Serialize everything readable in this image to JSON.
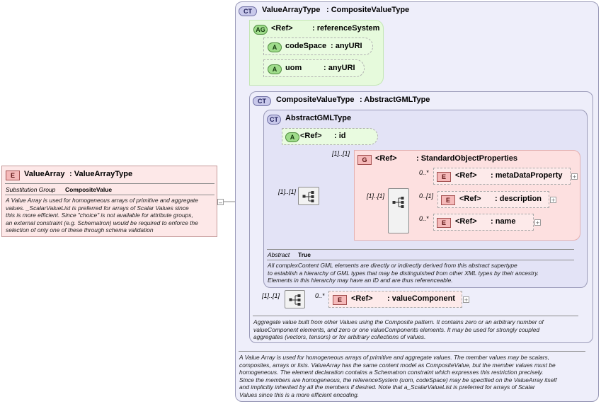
{
  "root": {
    "badge": "E",
    "name": "ValueArray",
    "type": ": ValueArrayType",
    "substitution_label": "Substitution Group",
    "substitution_value": "CompositeValue",
    "description": [
      "A Value Array is used for homogeneous arrays of primitive and aggregate",
      "values.   _ScalarValueList is preferred for arrays of Scalar Values since",
      "this is more efficient.  Since \"choice\" is not available for attribute groups,",
      "an external constraint (e.g. Schematron) would be required to enforce the",
      "selection of only one of these through schema validation"
    ],
    "collapse": "–"
  },
  "outer_ct": {
    "badge": "CT",
    "name": "ValueArrayType",
    "type": ": CompositeValueType",
    "description": [
      "A Value Array is used for homogeneous arrays of primitive and aggregate values.  The member values may be scalars,",
      "composites, arrays or lists.  ValueArray has the same content model as CompositeValue, but the member values must be",
      "homogeneous.  The element declaration contains a Schematron constraint which expresses this restriction precisely.",
      "Since the members are homogeneous, the referenceSystem (uom, codeSpace) may be specified on the ValueArray itself",
      "and implicitly inherited by all the members if desired.    Note that a_ScalarValueList is preferred for arrays of Scalar",
      "Values since this is a more efficient encoding."
    ]
  },
  "attr_group": {
    "badge": "AG",
    "ref": "<Ref>",
    "type": ": referenceSystem",
    "attributes": [
      {
        "badge": "A",
        "name": "codeSpace",
        "type": ": anyURI"
      },
      {
        "badge": "A",
        "name": "uom",
        "type": ": anyURI"
      }
    ]
  },
  "composite_ct": {
    "badge": "CT",
    "name": "CompositeValueType",
    "type": ": AbstractGMLType",
    "description": [
      "Aggregate value built from other Values using the Composite pattern. It contains zero or an arbitrary number of",
      "valueComponent elements, and zero or one valueComponents elements.  It may be used for strongly coupled",
      "aggregates (vectors, tensors) or for arbitrary collections of values."
    ]
  },
  "abstract_gml": {
    "badge": "CT",
    "name": "AbstractGMLType",
    "id_attr": {
      "badge": "A",
      "ref": "<Ref>",
      "type": ": id"
    },
    "abstract_label": "Abstract",
    "abstract_value": "True",
    "description": [
      "All complexContent GML elements are directly or indirectly derived from this abstract supertype",
      "to establish a hierarchy of GML types that may be distinguished from other XML types by their ancestry.",
      "Elements in this hierarchy may have an ID and are thus referenceable."
    ],
    "seq_cardinality": "[1]..[1]",
    "group_cardinality": "[1]..[1]"
  },
  "group": {
    "badge": "G",
    "ref": "<Ref>",
    "type": ": StandardObjectProperties",
    "inner_seq_cardinality": "[1]..[1]",
    "elements": [
      {
        "badge": "E",
        "ref": "<Ref>",
        "type": ": metaDataProperty",
        "cardinality": "0..*"
      },
      {
        "badge": "E",
        "ref": "<Ref>",
        "type": ": description",
        "cardinality": "0..[1]"
      },
      {
        "badge": "E",
        "ref": "<Ref>",
        "type": ": name",
        "cardinality": "0..*"
      }
    ]
  },
  "value_component": {
    "seq_cardinality": "[1]..[1]",
    "badge": "E",
    "ref": "<Ref>",
    "type": ": valueComponent",
    "cardinality": "0..*"
  },
  "expand_symbol": "+",
  "colors": {
    "element_fill": "#fde8e8",
    "attribute_fill": "#e6fadc",
    "complex_type_fill": "#eeeefa"
  }
}
